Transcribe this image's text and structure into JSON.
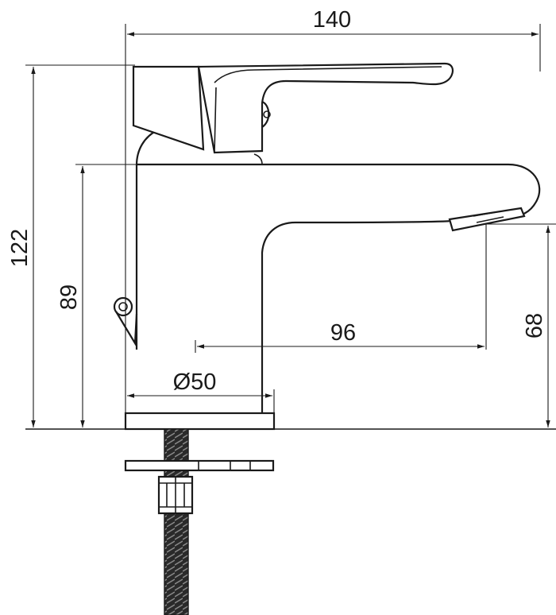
{
  "drawing": {
    "dimensions": {
      "width_total": "140",
      "height_total": "122",
      "spout_height": "89",
      "aerator_height": "68",
      "spout_reach": "96",
      "base_diameter": "Ø50"
    }
  }
}
